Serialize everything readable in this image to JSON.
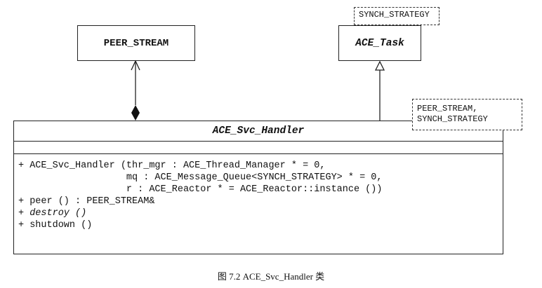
{
  "peer_stream": {
    "name": "PEER_STREAM"
  },
  "ace_task": {
    "name": "ACE_Task",
    "template_param": "SYNCH_STRATEGY"
  },
  "svc_handler": {
    "name": "ACE_Svc_Handler",
    "template_params": "PEER_STREAM,\nSYNCH_STRATEGY",
    "operations": [
      {
        "text": "+ ACE_Svc_Handler (thr_mgr : ACE_Thread_Manager * = 0,",
        "italic": false
      },
      {
        "text": "                   mq : ACE_Message_Queue<SYNCH_STRATEGY> * = 0,",
        "italic": false
      },
      {
        "text": "                   r : ACE_Reactor * = ACE_Reactor::instance ())",
        "italic": false
      },
      {
        "text": "+ peer () : PEER_STREAM&",
        "italic": false
      },
      {
        "text": "+ destroy ()",
        "italic": true
      },
      {
        "text": "+ shutdown ()",
        "italic": false
      }
    ]
  },
  "caption": "图 7.2   ACE_Svc_Handler 类"
}
